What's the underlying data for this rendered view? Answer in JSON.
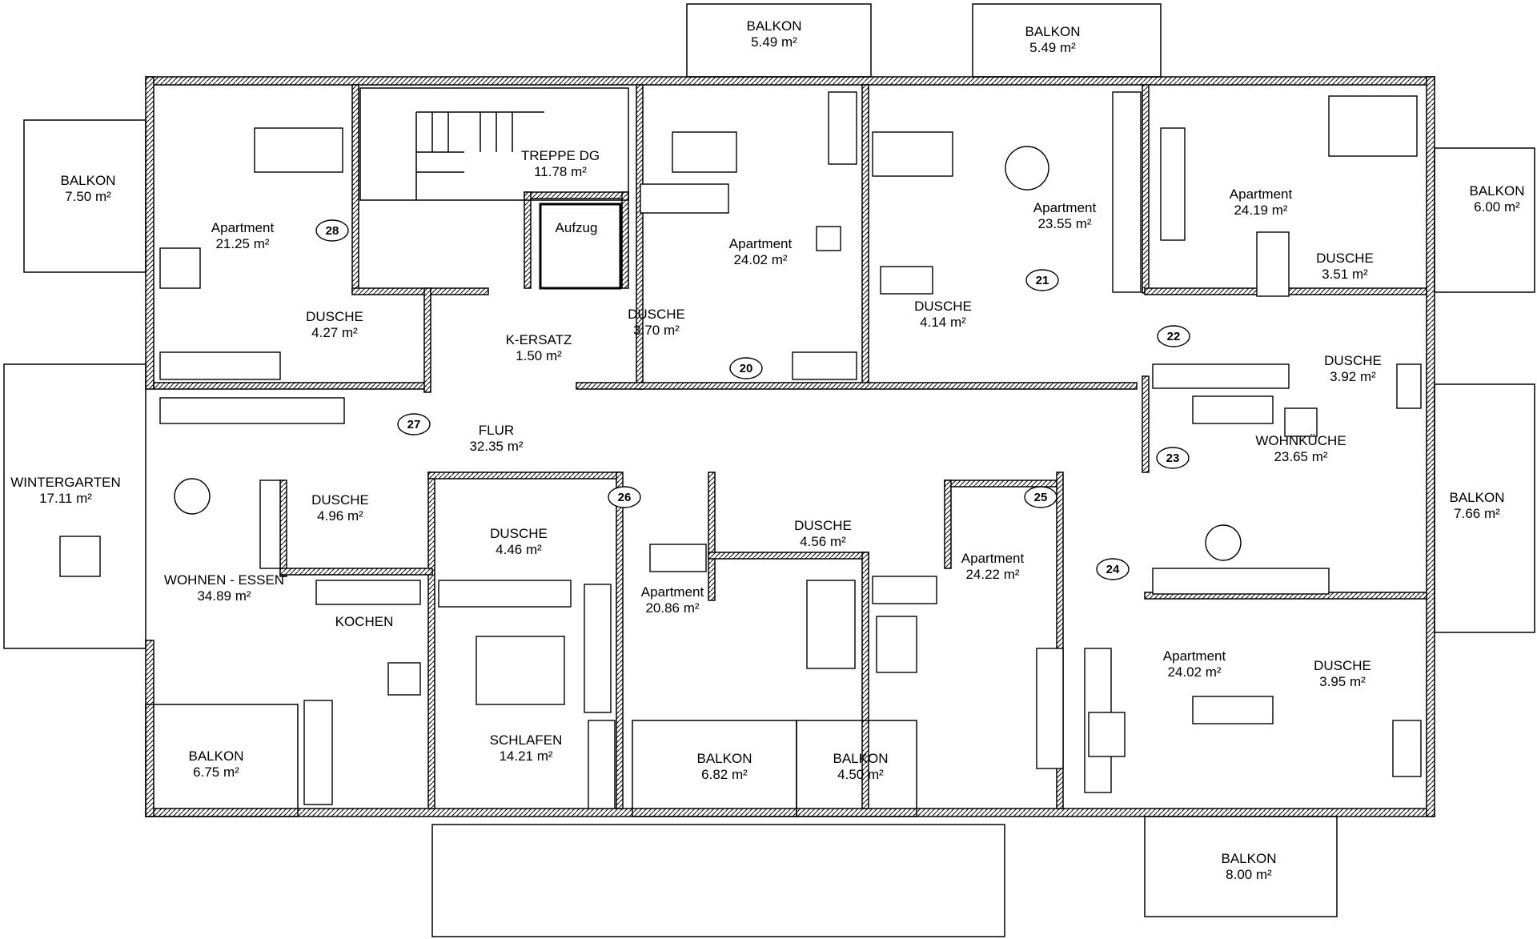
{
  "rooms": [
    {
      "name": "BALKON",
      "area": "7.50 m²"
    },
    {
      "name": "Apartment",
      "area": "21.25 m²"
    },
    {
      "name": "TREPPE DG",
      "area": "11.78 m²"
    },
    {
      "name": "Aufzug",
      "area": ""
    },
    {
      "name": "BALKON",
      "area": "5.49 m²"
    },
    {
      "name": "Apartment",
      "area": "24.02 m²"
    },
    {
      "name": "BALKON",
      "area": "5.49 m²"
    },
    {
      "name": "Apartment",
      "area": "23.55 m²"
    },
    {
      "name": "Apartment",
      "area": "24.19 m²"
    },
    {
      "name": "BALKON",
      "area": "6.00 m²"
    },
    {
      "name": "DUSCHE",
      "area": "4.27 m²"
    },
    {
      "name": "K-ERSATZ",
      "area": "1.50 m²"
    },
    {
      "name": "DUSCHE",
      "area": "3.70 m²"
    },
    {
      "name": "DUSCHE",
      "area": "4.14 m²"
    },
    {
      "name": "DUSCHE",
      "area": "3.51 m²"
    },
    {
      "name": "DUSCHE",
      "area": "3.92 m²"
    },
    {
      "name": "WINTERGARTEN",
      "area": "17.11 m²"
    },
    {
      "name": "FLUR",
      "area": "32.35 m²"
    },
    {
      "name": "WOHNKÜCHE",
      "area": "23.65 m²"
    },
    {
      "name": "DUSCHE",
      "area": "4.96 m²"
    },
    {
      "name": "DUSCHE",
      "area": "4.46 m²"
    },
    {
      "name": "DUSCHE",
      "area": "4.56 m²"
    },
    {
      "name": "Apartment",
      "area": "24.22 m²"
    },
    {
      "name": "BALKON",
      "area": "7.66 m²"
    },
    {
      "name": "WOHNEN - ESSEN",
      "area": "34.89 m²"
    },
    {
      "name": "KOCHEN",
      "area": ""
    },
    {
      "name": "Apartment",
      "area": "20.86 m²"
    },
    {
      "name": "Apartment",
      "area": "24.02 m²"
    },
    {
      "name": "DUSCHE",
      "area": "3.95 m²"
    },
    {
      "name": "SCHLAFEN",
      "area": "14.21 m²"
    },
    {
      "name": "BALKON",
      "area": "6.75 m²"
    },
    {
      "name": "BALKON",
      "area": "6.82 m²"
    },
    {
      "name": "BALKON",
      "area": "4.50 m²"
    },
    {
      "name": "BALKON",
      "area": "8.00 m²"
    }
  ],
  "room_numbers": [
    "28",
    "20",
    "21",
    "22",
    "23",
    "27",
    "26",
    "25",
    "24"
  ]
}
